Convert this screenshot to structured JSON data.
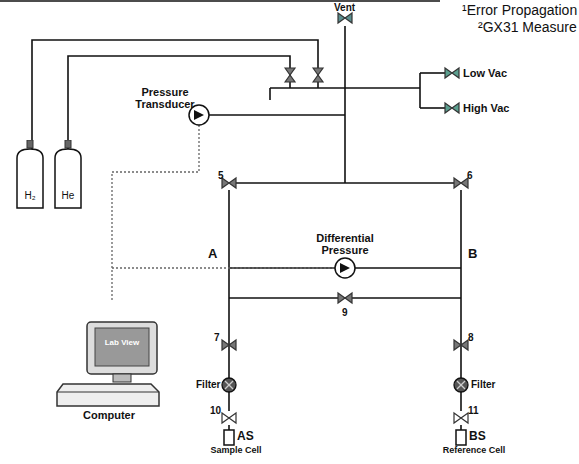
{
  "diagram": {
    "nodes": [
      {
        "text": [
          "H₂"
        ]
      },
      {
        "text": [
          "He"
        ]
      },
      {
        "text": [
          "Lab View",
          "Computer"
        ]
      },
      {
        "text": [
          "AS",
          "Sample Cell"
        ]
      },
      {
        "text": [
          "BS",
          "Reference Cell"
        ]
      }
    ],
    "labels": [
      "¹Error Propagation",
      "²GX31 Measure",
      "Vent",
      "Low Vac",
      "High Vac",
      "Pressure Transducer",
      "5",
      "6",
      "A",
      "B",
      "Differential Pressure",
      "9",
      "7",
      "8",
      "Filter",
      "Filter",
      "10",
      "11"
    ]
  }
}
